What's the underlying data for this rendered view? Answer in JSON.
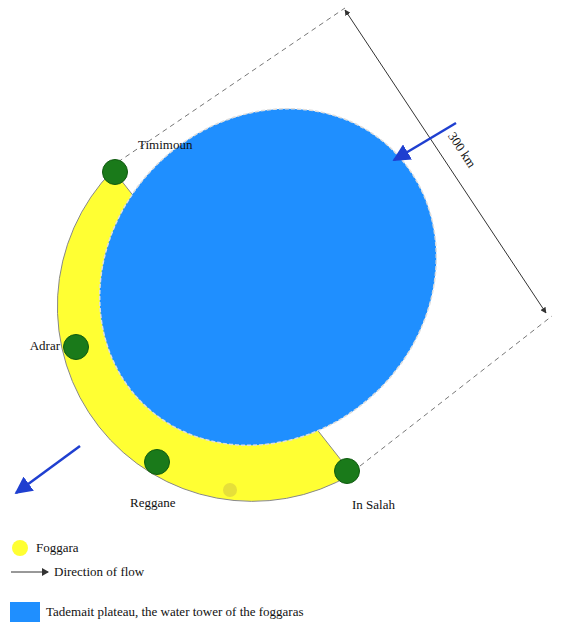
{
  "diagram": {
    "nodes": [
      {
        "text": [
          "Timimoun"
        ]
      },
      {
        "text": [
          "Adrar"
        ]
      },
      {
        "text": [
          "Reggane"
        ]
      },
      {
        "text": [
          "In Salah"
        ]
      }
    ],
    "labels": [
      "300 km"
    ],
    "legend": [
      {
        "text": "Foggara",
        "color": "#ffff33"
      },
      {
        "text": "Direction of flow"
      },
      {
        "text": "Tademait plateau, the water tower of the foggaras",
        "color": "#1f8fff"
      }
    ]
  }
}
